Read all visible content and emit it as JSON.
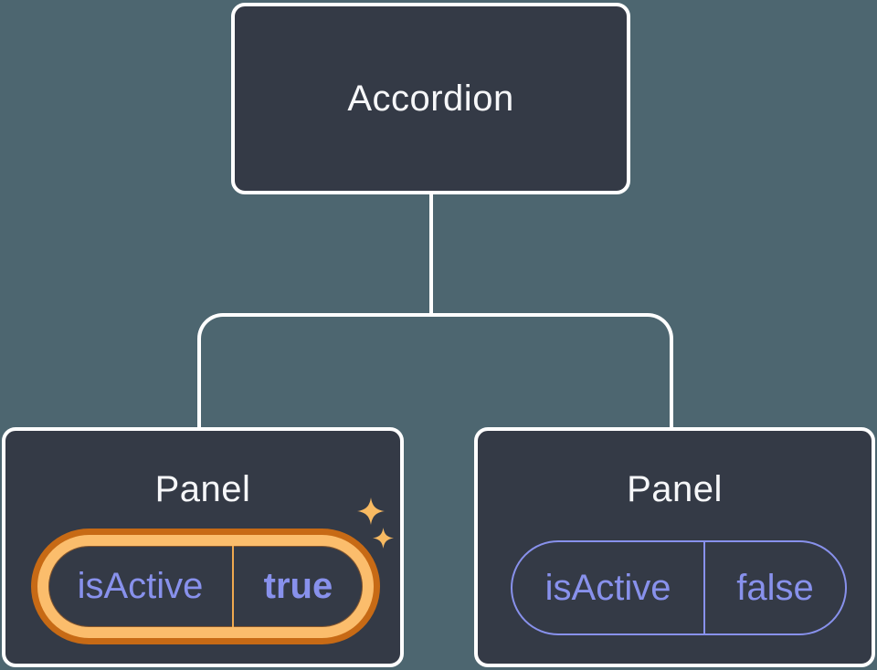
{
  "diagram": {
    "type": "component-tree",
    "root": {
      "label": "Accordion"
    },
    "panels": [
      {
        "label": "Panel",
        "state_key": "isActive",
        "state_value": "true",
        "highlighted": true
      },
      {
        "label": "Panel",
        "state_key": "isActive",
        "state_value": "false",
        "highlighted": false
      }
    ],
    "colors": {
      "background": "#4D6670",
      "node_bg": "#343A46",
      "node_border": "#FFFFFF",
      "label_text": "#F6F7F9",
      "state_text": "#8891EC",
      "highlight_outer": "#C76A15",
      "highlight_inner": "#FBBD6C",
      "highlight_divider": "#EFA94F",
      "sparkle": "#F8BA62"
    }
  }
}
